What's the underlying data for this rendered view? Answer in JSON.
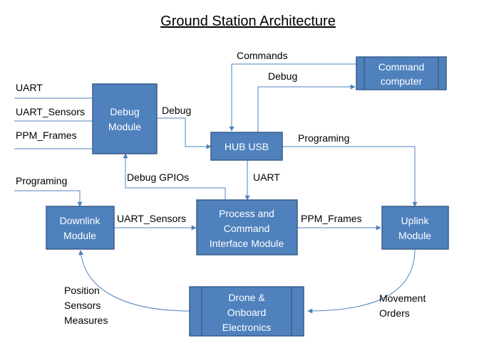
{
  "title": "Ground Station Architecture",
  "colors": {
    "box_fill": "#4f81bd",
    "box_stroke": "#385d8a",
    "line": "#4f81bd",
    "text_on_box": "#ffffff",
    "text": "#000000"
  },
  "nodes": {
    "debug_module": [
      "Debug",
      "Module"
    ],
    "hub_usb": [
      "HUB USB"
    ],
    "command_computer": [
      "Command",
      "computer"
    ],
    "downlink_module": [
      "Downlink",
      "Module"
    ],
    "process_module": [
      "Process and",
      "Command",
      "Interface Module"
    ],
    "uplink_module": [
      "Uplink",
      "Module"
    ],
    "drone": [
      "Drone &",
      "Onboard",
      "Electronics"
    ]
  },
  "labels": {
    "uart_in": "UART",
    "uart_sensors_in": "UART_Sensors",
    "ppm_frames_in": "PPM_Frames",
    "debug_to_hub": "Debug",
    "commands": "Commands",
    "debug_from_hub": "Debug",
    "programing_uplink": "Programing",
    "uart_hub_process": "UART",
    "debug_gpios": "Debug GPIOs",
    "programing_downlink": "Programing",
    "uart_sensors_link": "UART_Sensors",
    "ppm_frames_link": "PPM_Frames",
    "position_sensors": [
      "Position",
      "Sensors",
      "Measures"
    ],
    "movement_orders": [
      "Movement",
      "Orders"
    ]
  }
}
